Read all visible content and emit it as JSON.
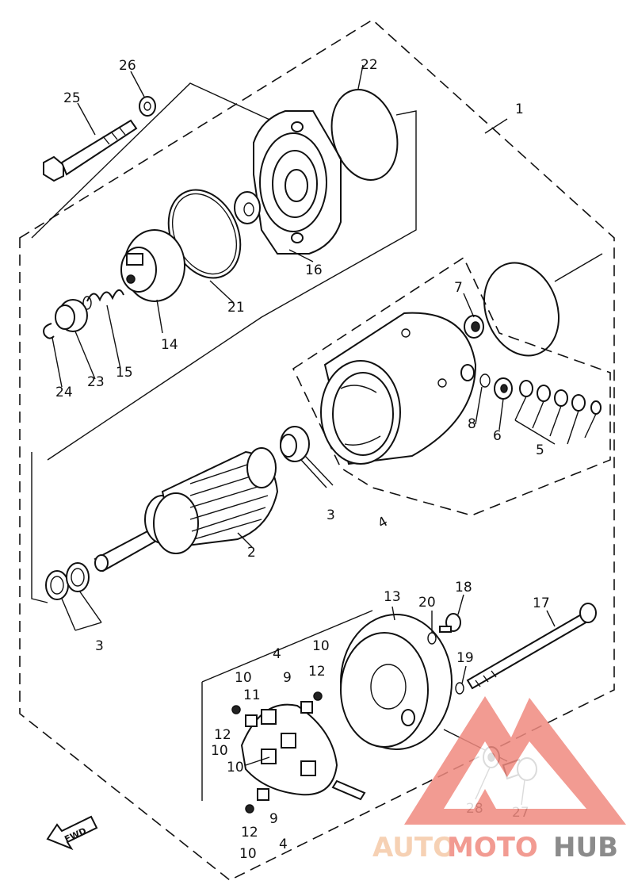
{
  "callouts": {
    "c1": "1",
    "c2": "2",
    "c3a": "3",
    "c3b": "3",
    "c4a": "4",
    "c4b": "4",
    "c4c": "4",
    "c5": "5",
    "c6": "6",
    "c7": "7",
    "c8": "8",
    "c9a": "9",
    "c9b": "9",
    "c10a": "10",
    "c10b": "10",
    "c10c": "10",
    "c10d": "10",
    "c10e": "10",
    "c11": "11",
    "c12a": "12",
    "c12b": "12",
    "c12c": "12",
    "c13": "13",
    "c14": "14",
    "c15": "15",
    "c16": "16",
    "c17": "17",
    "c18": "18",
    "c19": "19",
    "c20": "20",
    "c21": "21",
    "c22": "22",
    "c23": "23",
    "c24": "24",
    "c25": "25",
    "c26": "26",
    "c27": "27",
    "c28": "28"
  },
  "fwd_label": "FWD",
  "watermark": {
    "auto": "AUTO",
    "moto": "MOTO",
    "hub": "HUB",
    "color_light": "#f5c9a8",
    "color_red": "#f08a80",
    "color_gray": "#777777"
  }
}
